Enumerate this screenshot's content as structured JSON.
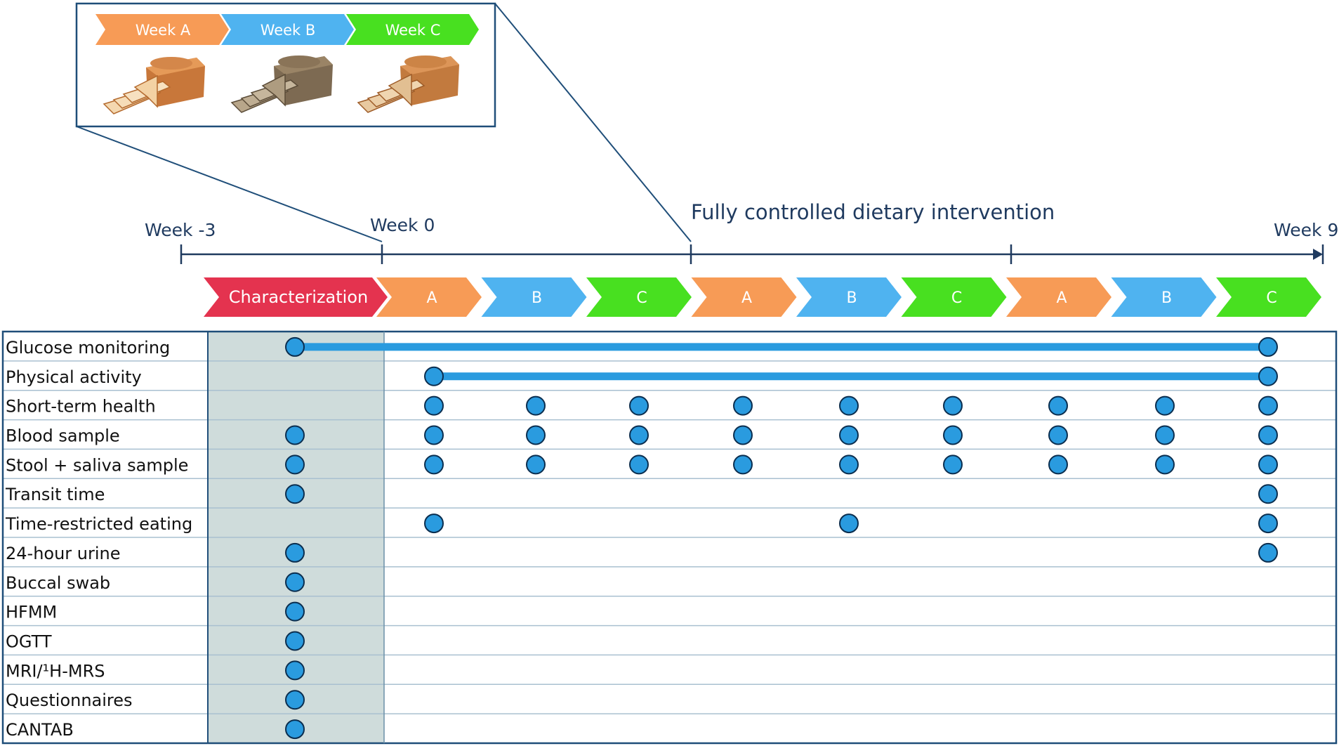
{
  "legend": {
    "weeks": [
      {
        "label": "Week A",
        "color": "#F79B56"
      },
      {
        "label": "Week B",
        "color": "#4FB3F0"
      },
      {
        "label": "Week C",
        "color": "#48E020"
      }
    ],
    "bread_icons": [
      "bread-loaf-light-icon",
      "bread-loaf-dark-icon",
      "bread-loaf-medium-icon"
    ]
  },
  "timeline": {
    "title": "Fully controlled dietary intervention",
    "start_label": "Week -3",
    "week0_label": "Week 0",
    "end_label": "Week 9"
  },
  "phases": [
    {
      "label": "Characterization",
      "color": "#E4334F"
    },
    {
      "label": "A",
      "color": "#F79B56"
    },
    {
      "label": "B",
      "color": "#4FB3F0"
    },
    {
      "label": "C",
      "color": "#48E020"
    },
    {
      "label": "A",
      "color": "#F79B56"
    },
    {
      "label": "B",
      "color": "#4FB3F0"
    },
    {
      "label": "C",
      "color": "#48E020"
    },
    {
      "label": "A",
      "color": "#F79B56"
    },
    {
      "label": "B",
      "color": "#4FB3F0"
    },
    {
      "label": "C",
      "color": "#48E020"
    }
  ],
  "colors": {
    "dot": "#2A9BDF",
    "dot_stroke": "#0B2E4F",
    "line": "#2A9BDF",
    "frame": "#1F4E79",
    "grid": "#A9C0D0",
    "shade": "#CFDCDB",
    "text_dark": "#1F3A5F"
  },
  "rows": [
    {
      "label": "Glucose monitoring",
      "dots": [
        0,
        9
      ],
      "span": [
        0,
        9
      ]
    },
    {
      "label": "Physical activity",
      "dots": [
        1,
        9
      ],
      "span": [
        1,
        9
      ]
    },
    {
      "label": "Short-term health",
      "dots": [
        1,
        2,
        3,
        4,
        5,
        6,
        7,
        8,
        9
      ]
    },
    {
      "label": "Blood sample",
      "dots": [
        0,
        1,
        2,
        3,
        4,
        5,
        6,
        7,
        8,
        9
      ]
    },
    {
      "label": "Stool + saliva sample",
      "dots": [
        0,
        1,
        2,
        3,
        4,
        5,
        6,
        7,
        8,
        9
      ]
    },
    {
      "label": "Transit time",
      "dots": [
        0,
        9
      ]
    },
    {
      "label": "Time-restricted eating",
      "dots": [
        1,
        5,
        9
      ]
    },
    {
      "label": "24-hour urine",
      "dots": [
        0,
        9
      ]
    },
    {
      "label": "Buccal swab",
      "dots": [
        0
      ]
    },
    {
      "label": "HFMM",
      "dots": [
        0
      ]
    },
    {
      "label": "OGTT",
      "dots": [
        0
      ]
    },
    {
      "label": "MRI/¹H-MRS",
      "dots": [
        0
      ]
    },
    {
      "label": "Questionnaires",
      "dots": [
        0
      ]
    },
    {
      "label": "CANTAB",
      "dots": [
        0
      ]
    }
  ]
}
